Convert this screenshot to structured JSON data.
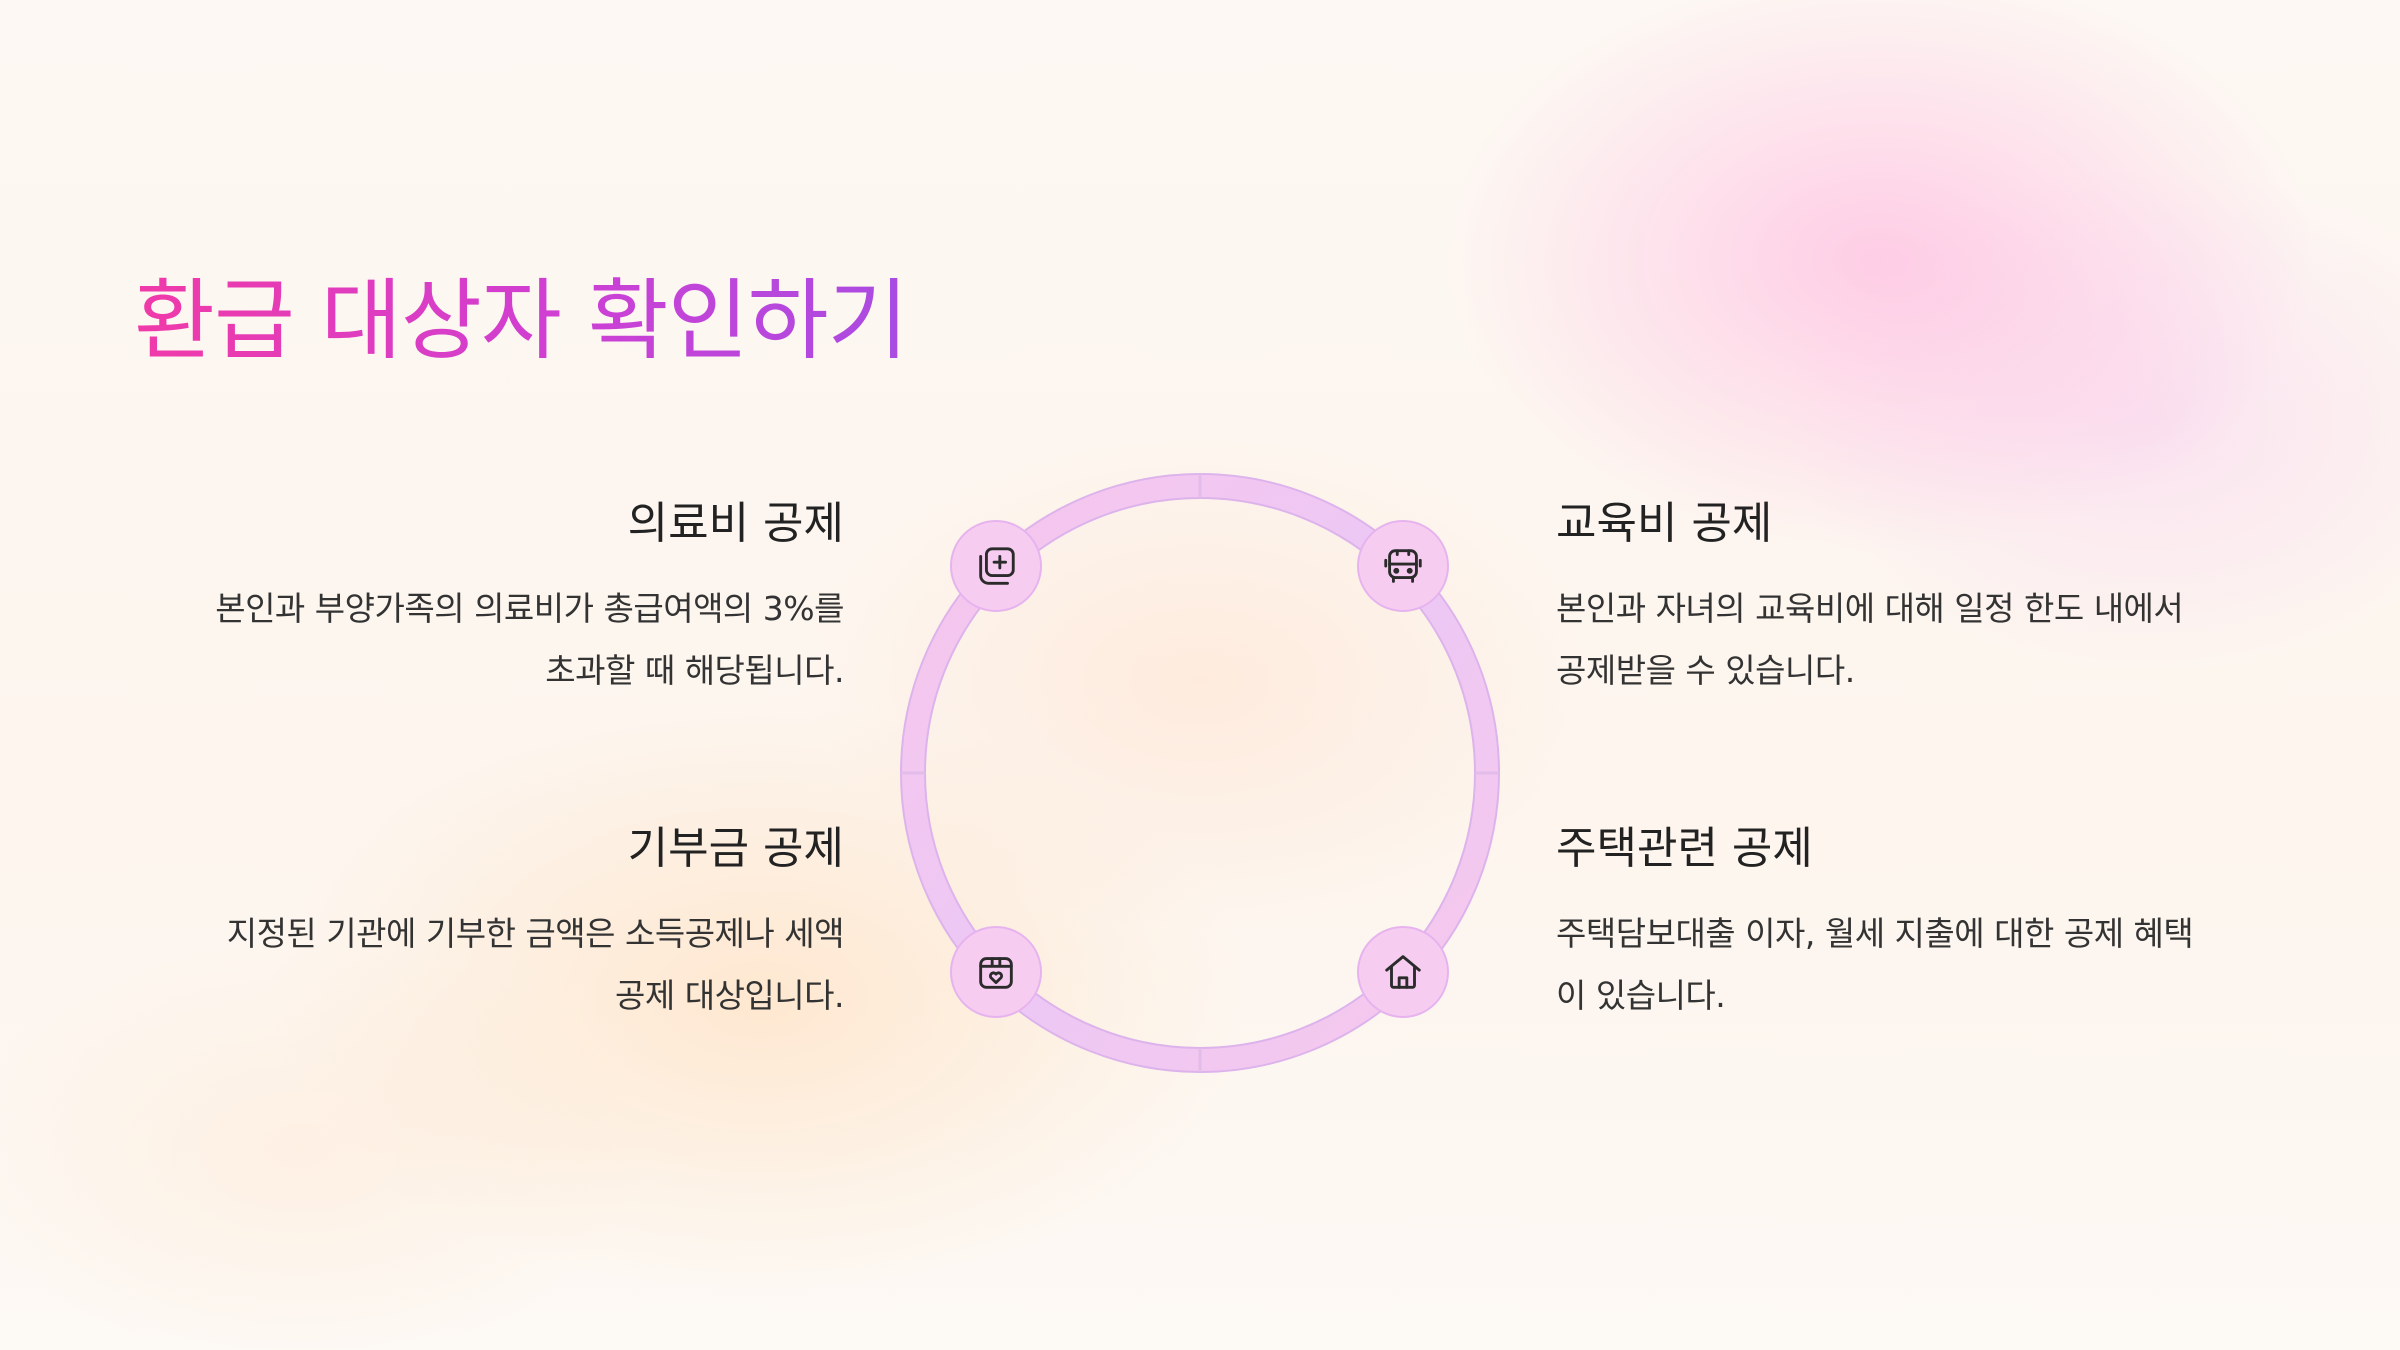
{
  "title": "환급 대상자 확인하기",
  "items": {
    "medical": {
      "heading": "의료비 공제",
      "line1": "본인과 부양가족의 의료비가 총급여액의 3%를",
      "line2": "초과할 때 해당됩니다.",
      "icon": "medical-kit-icon"
    },
    "education": {
      "heading": "교육비 공제",
      "line1": "본인과 자녀의 교육비에 대해 일정 한도 내에서",
      "line2": "공제받을 수 있습니다.",
      "icon": "school-bus-icon"
    },
    "donation": {
      "heading": "기부금 공제",
      "line1": "지정된 기관에 기부한 금액은 소득공제나 세액",
      "line2": "공제 대상입니다.",
      "icon": "heart-box-icon"
    },
    "housing": {
      "heading": "주택관련 공제",
      "line1": "주택담보대출 이자, 월세 지출에 대한 공제 혜택",
      "line2": "이 있습니다.",
      "icon": "house-icon"
    }
  },
  "colors": {
    "title_gradient_start": "#f03aa8",
    "title_gradient_end": "#a94ce2",
    "ring_pink": "#f8c8ee",
    "ring_lavender": "#e8c9f6",
    "node_fill": "#f6cdf1"
  }
}
